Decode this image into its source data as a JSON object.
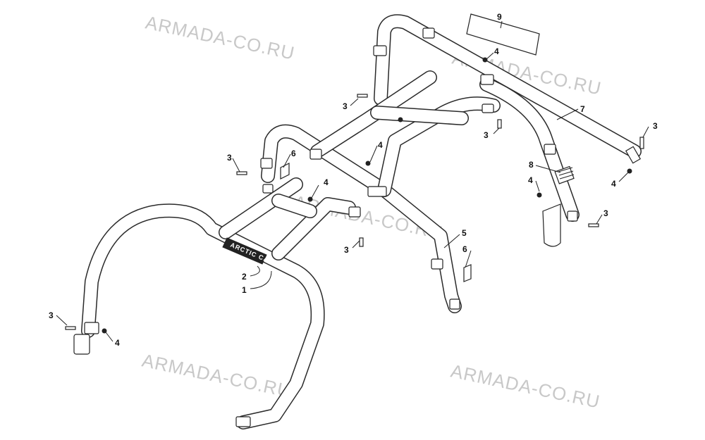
{
  "watermark": "ARMADA-CO.RU",
  "decal": "ARCTIC CAT",
  "callouts": {
    "c1": "1",
    "c2": "2",
    "c3a": "3",
    "c3b": "3",
    "c3c": "3",
    "c3d": "3",
    "c3e": "3",
    "c3f": "3",
    "c3g": "3",
    "c4a": "4",
    "c4b": "4",
    "c4c": "4",
    "c4d": "4",
    "c4e": "4",
    "c4f": "4",
    "c5": "5",
    "c6a": "6",
    "c6b": "6",
    "c7": "7",
    "c8": "8",
    "c9": "9"
  }
}
